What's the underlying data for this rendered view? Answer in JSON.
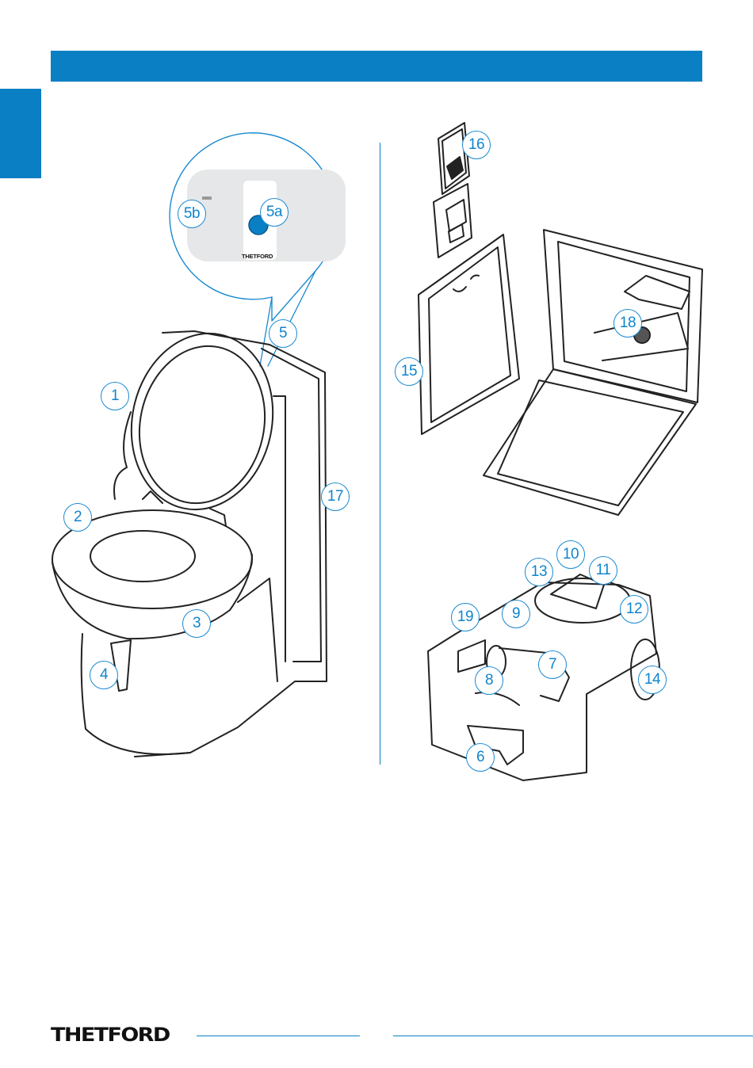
{
  "brand": {
    "name": "THETFORD"
  },
  "callouts": {
    "c1": "1",
    "c2": "2",
    "c3": "3",
    "c4": "4",
    "c5": "5",
    "c5a": "5a",
    "c5b": "5b",
    "c6": "6",
    "c7": "7",
    "c8": "8",
    "c9": "9",
    "c10": "10",
    "c11": "11",
    "c12": "12",
    "c13": "13",
    "c14": "14",
    "c15": "15",
    "c16": "16",
    "c17": "17",
    "c18": "18",
    "c19": "19"
  },
  "colors": {
    "accent": "#0a7fc4",
    "callout_text": "#0f85cc",
    "line": "#222222",
    "panel": "#e6e7e8"
  }
}
